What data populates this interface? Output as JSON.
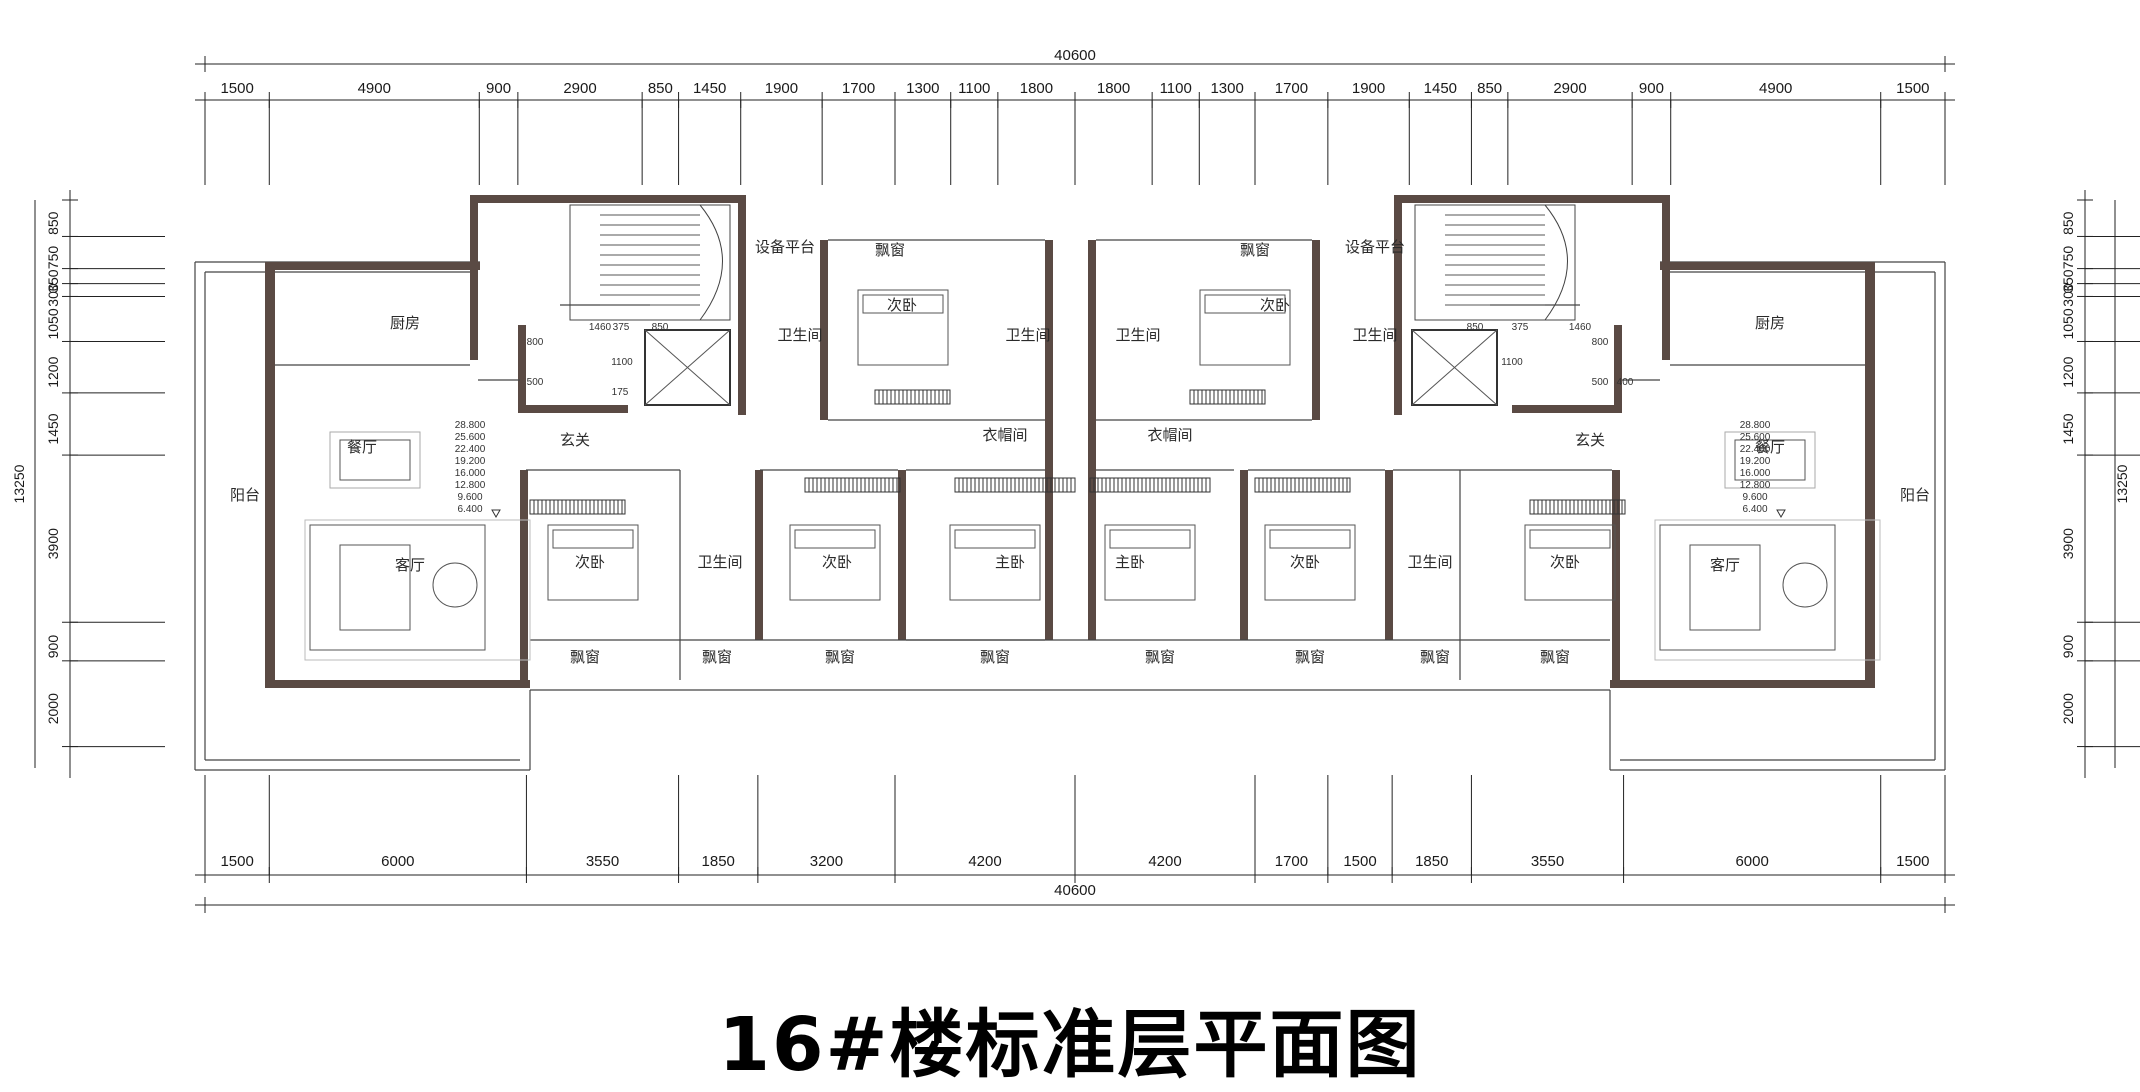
{
  "title": "16#楼标准层平面图",
  "dims": {
    "overall_top": "40600",
    "overall_bottom": "40600",
    "top": [
      "1500",
      "4900",
      "900",
      "2900",
      "850",
      "1450",
      "1900",
      "1700",
      "1300",
      "1100",
      "1800",
      "1800",
      "1100",
      "1300",
      "1700",
      "1900",
      "1450",
      "850",
      "2900",
      "900",
      "4900",
      "1500"
    ],
    "bottom": [
      "1500",
      "6000",
      "3550",
      "1850",
      "3200",
      "4200",
      "4200",
      "1700",
      "1500",
      "1850",
      "3550",
      "6000",
      "1500"
    ],
    "left": [
      "850",
      "750",
      "350",
      "300",
      "1050",
      "1200",
      "1450",
      "3900",
      "900",
      "2000"
    ],
    "left_total": "13250",
    "right": [
      "850",
      "750",
      "350",
      "300",
      "1050",
      "1200",
      "1450",
      "3900",
      "900",
      "2000"
    ],
    "right_total": "13250"
  },
  "rooms": {
    "kitchen": "厨房",
    "dining": "餐厅",
    "living": "客厅",
    "balcony": "阳台",
    "entry": "玄关",
    "second_bed": "次卧",
    "master_bed": "主卧",
    "bath": "卫生间",
    "closet": "衣帽间",
    "bay": "飘窗",
    "equip": "设备平台"
  },
  "elevations": [
    "28.800",
    "25.600",
    "22.400",
    "19.200",
    "16.000",
    "12.800",
    "9.600",
    "6.400"
  ],
  "notes": {
    "n1460": "1460",
    "n375": "375",
    "n850": "850",
    "n1100": "1100",
    "n800": "800",
    "n500": "500",
    "n400": "400",
    "n175": "175"
  }
}
